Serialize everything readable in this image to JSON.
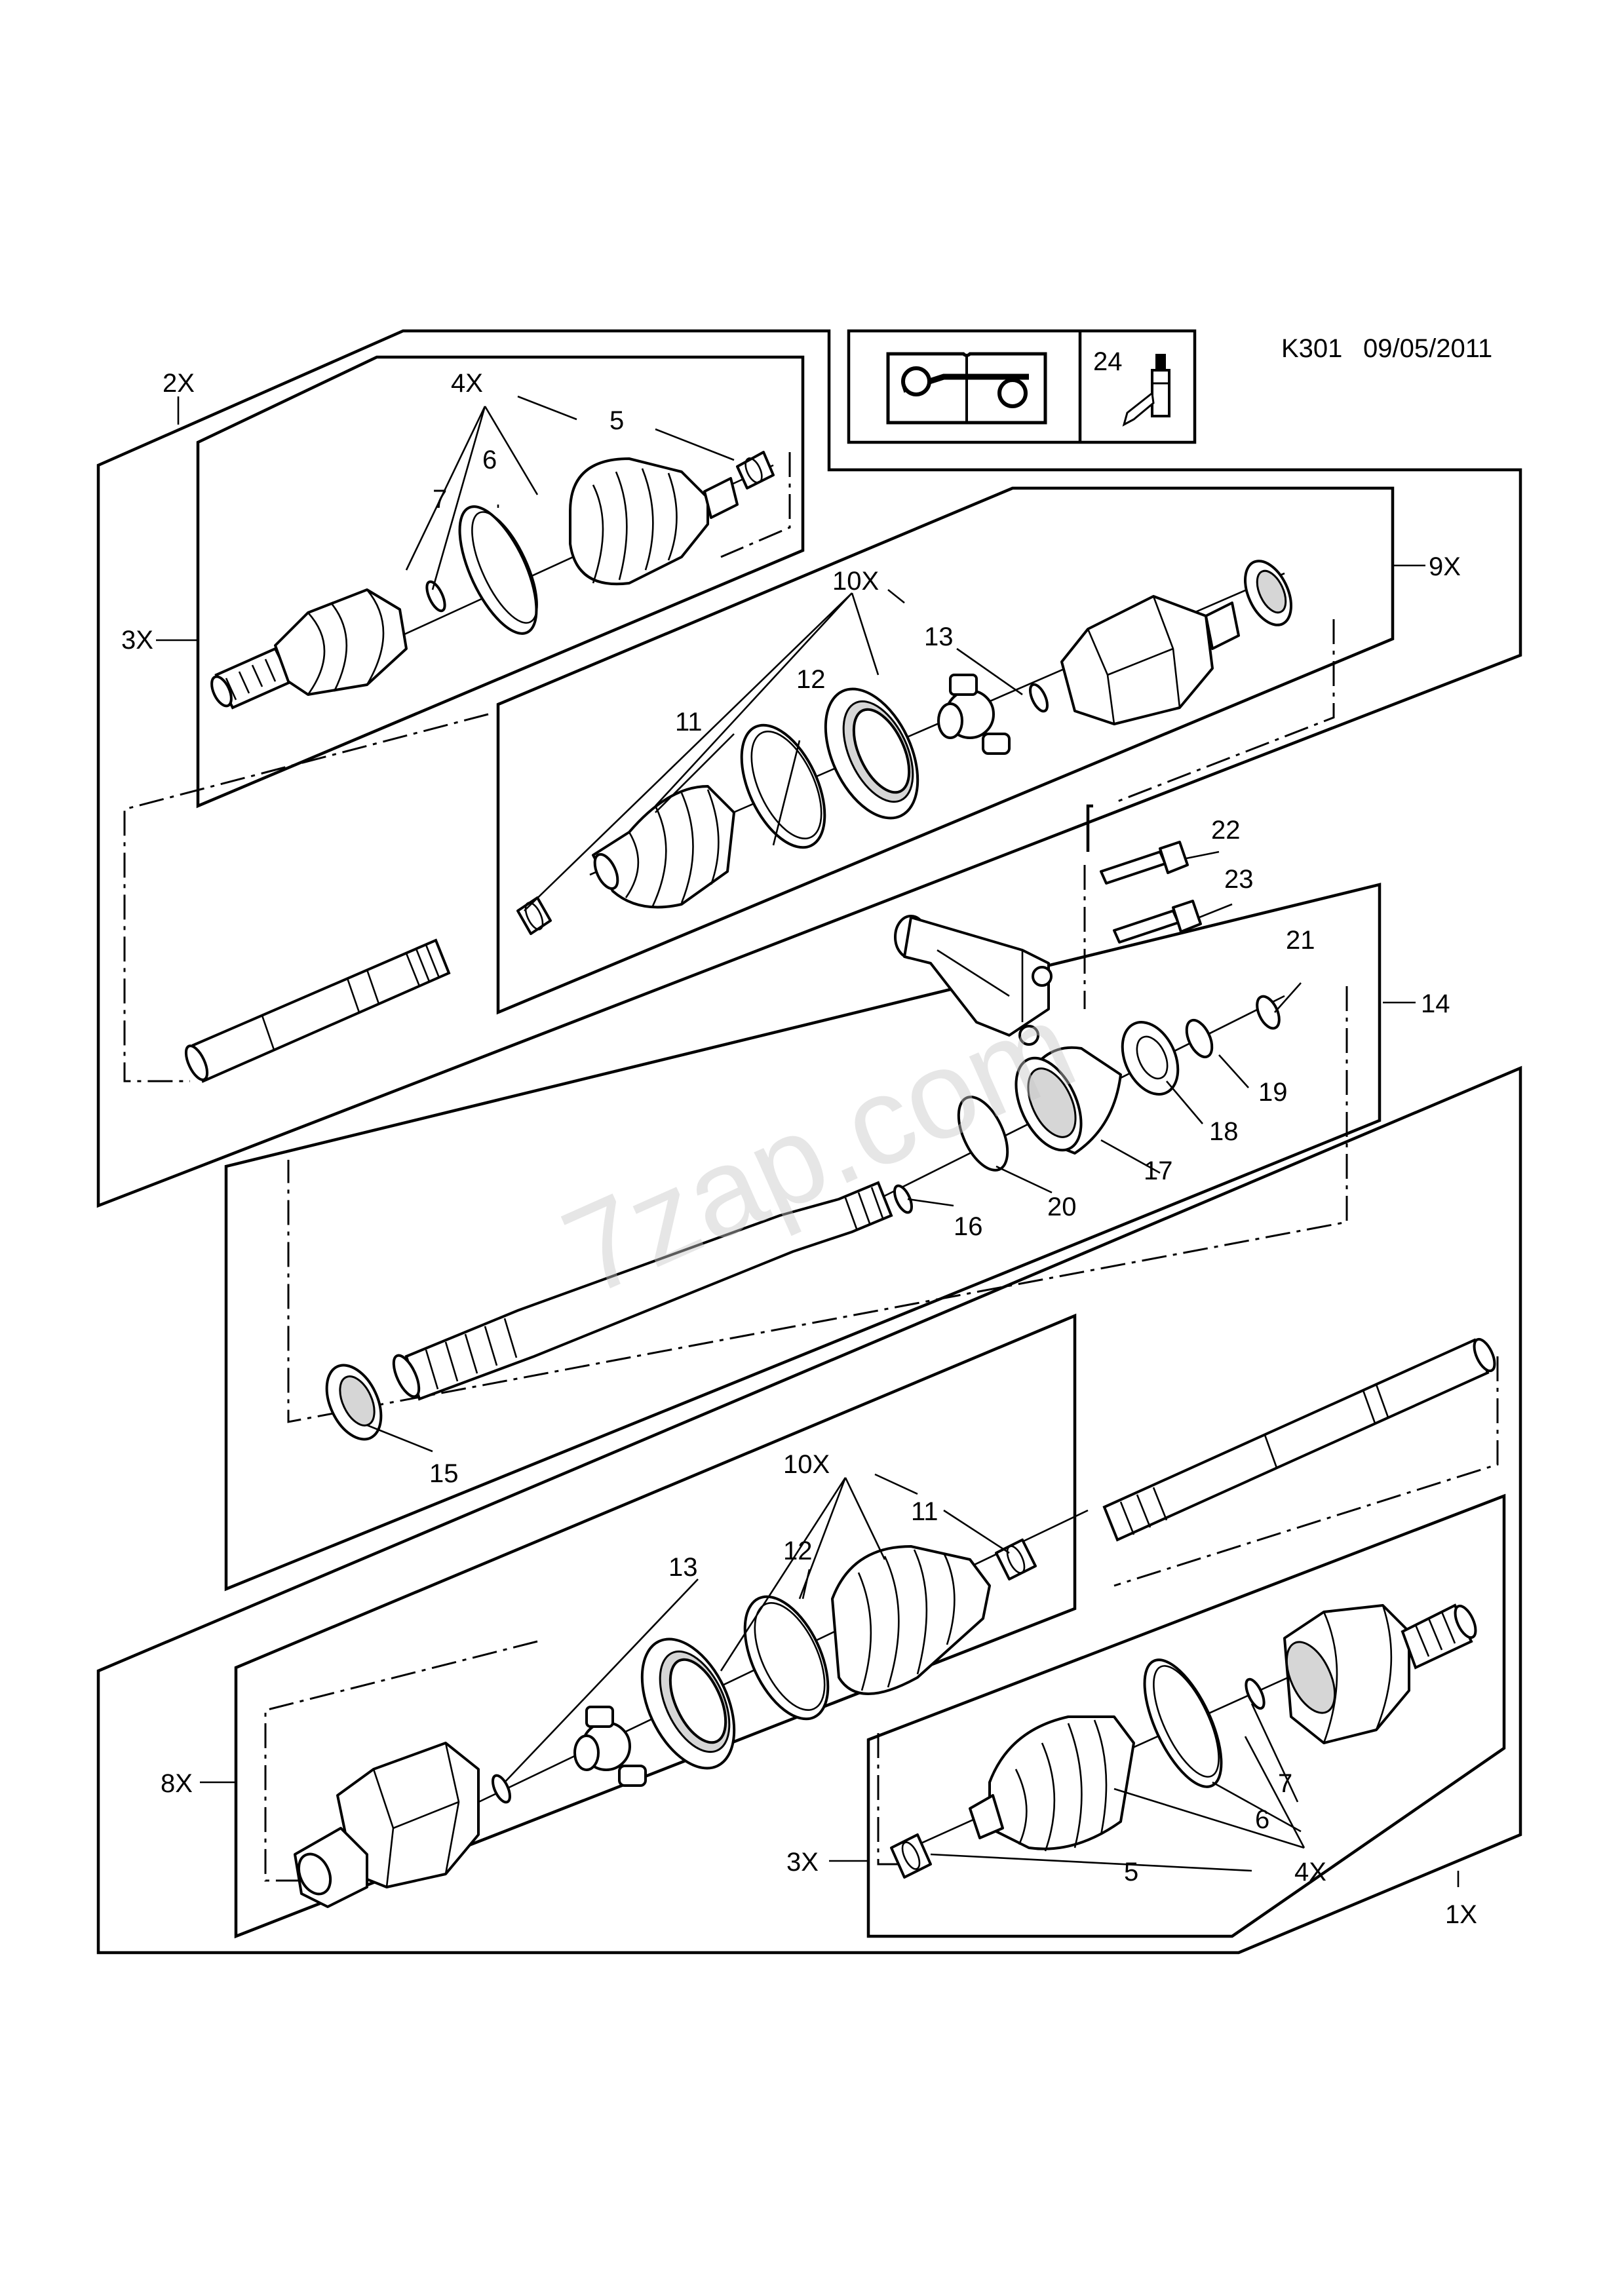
{
  "header": {
    "code": "K301",
    "date": "09/05/2011",
    "legend_item": "24",
    "legend_icons": [
      "repair-manual-icon",
      "lubricant-bottle-icon"
    ]
  },
  "watermark": "7zap.com",
  "callouts": {
    "c2x": "2X",
    "c4x_top": "4X",
    "c5_top": "5",
    "c6_top": "6",
    "c7_top": "7",
    "c3x_top": "3X",
    "c10x_top": "10X",
    "c13_top": "13",
    "c12_top": "12",
    "c11_top": "11",
    "c9x": "9X",
    "c22": "22",
    "c23": "23",
    "c21": "21",
    "c14": "14",
    "c19": "19",
    "c18": "18",
    "c17": "17",
    "c20": "20",
    "c16": "16",
    "c15": "15",
    "c10x_bot": "10X",
    "c11_bot": "11",
    "c12_bot": "12",
    "c13_bot": "13",
    "c8x": "8X",
    "c7_bot": "7",
    "c6_bot": "6",
    "c3x_bot": "3X",
    "c5_bot": "5",
    "c4x_bot": "4X",
    "c1x": "1X"
  }
}
